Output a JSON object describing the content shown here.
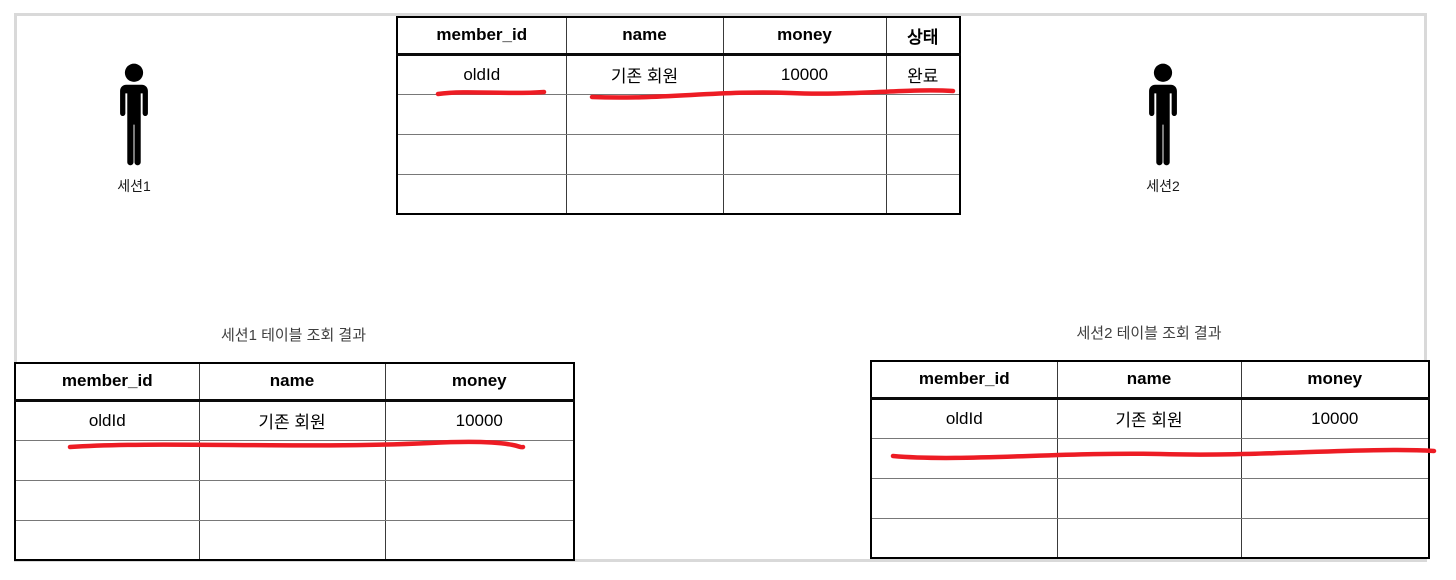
{
  "colors": {
    "annotation_red": "#ed1c24",
    "figure_border": "#d9d9d9",
    "table_border": "#000000",
    "grid_line": "#787878",
    "caption_text": "#3f3f3f",
    "icon_black": "#000000"
  },
  "sessions": [
    {
      "label": "세션1"
    },
    {
      "label": "세션2"
    }
  ],
  "central_table": {
    "headers": [
      "member_id",
      "name",
      "money",
      "상태"
    ],
    "rows": [
      [
        "oldId",
        "기존 회원",
        "10000",
        "완료"
      ],
      [
        "",
        "",
        "",
        ""
      ],
      [
        "",
        "",
        "",
        ""
      ],
      [
        "",
        "",
        "",
        ""
      ]
    ]
  },
  "bottom_left_table": {
    "title": "세션1 테이블 조회 결과",
    "headers": [
      "member_id",
      "name",
      "money"
    ],
    "rows": [
      [
        "oldId",
        "기존 회원",
        "10000"
      ],
      [
        "",
        "",
        ""
      ],
      [
        "",
        "",
        ""
      ],
      [
        "",
        "",
        ""
      ]
    ]
  },
  "bottom_right_table": {
    "title": "세션2 테이블 조회 결과",
    "headers": [
      "member_id",
      "name",
      "money"
    ],
    "rows": [
      [
        "oldId",
        "기존 회원",
        "10000"
      ],
      [
        "",
        "",
        ""
      ],
      [
        "",
        "",
        ""
      ],
      [
        "",
        "",
        ""
      ]
    ]
  }
}
